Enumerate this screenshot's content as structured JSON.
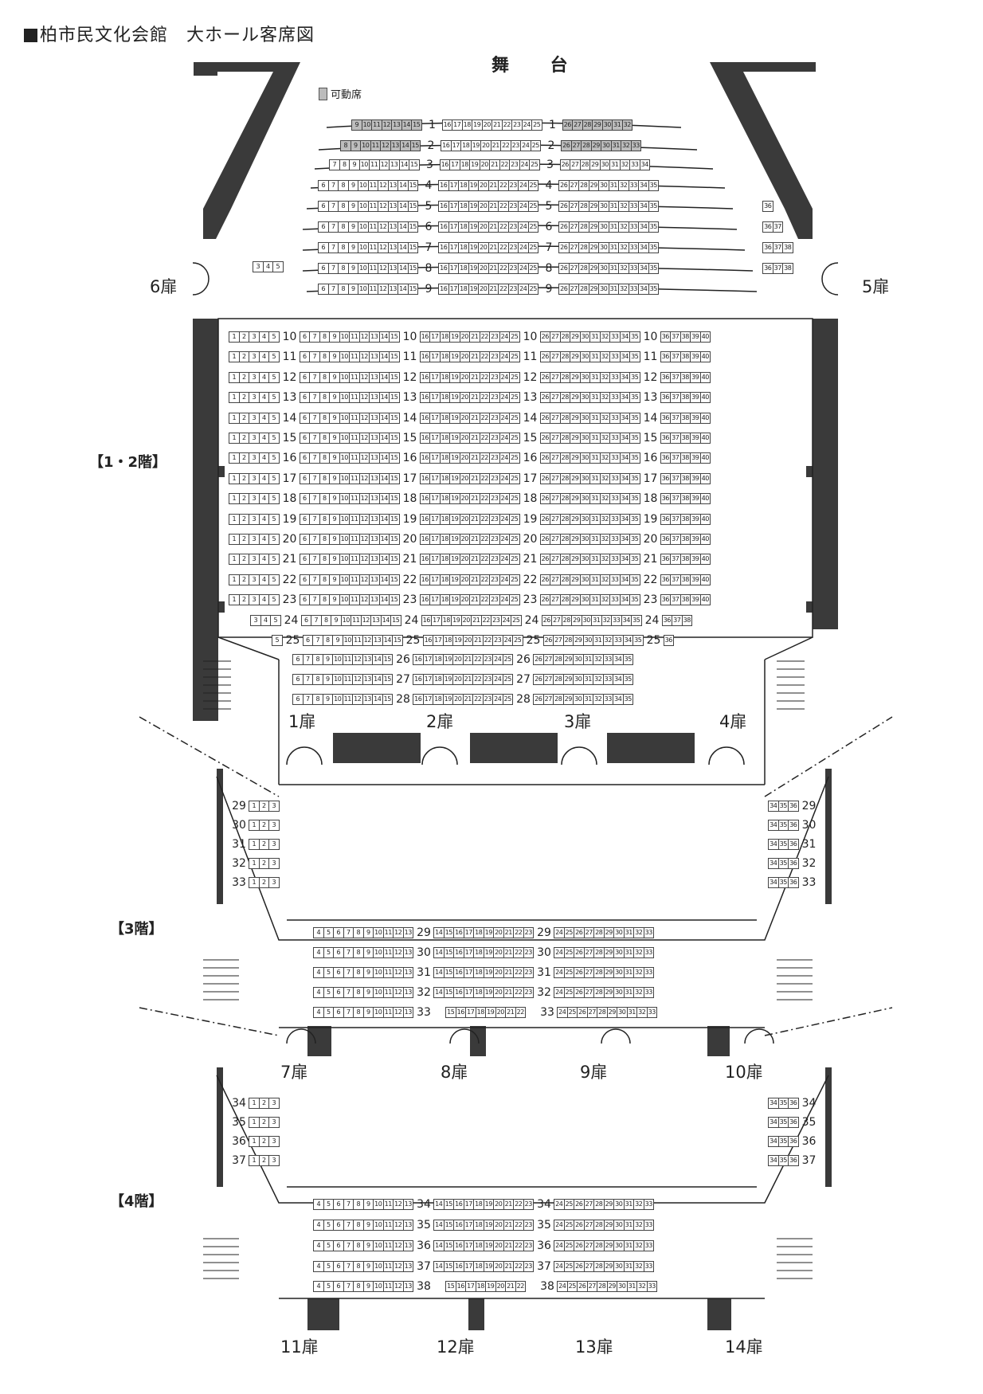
{
  "title": "柏市民文化会館　大ホール客席図",
  "stage": "舞 台",
  "legend": {
    "movable_label": "可動席"
  },
  "floors": {
    "floor12": "【1・2階】",
    "floor3": "【3階】",
    "floor4": "【4階】"
  },
  "doors": {
    "d1": "1扉",
    "d2": "2扉",
    "d3": "3扉",
    "d4": "4扉",
    "d5": "5扉",
    "d6": "6扉",
    "d7": "7扉",
    "d8": "8扉",
    "d9": "9扉",
    "d10": "10扉",
    "d11": "11扉",
    "d12": "12扉",
    "d13": "13扉",
    "d14": "14扉"
  },
  "colors": {
    "wall": "#3a3a3a",
    "movable_seat": "#bdbdbd",
    "line": "#222222"
  }
}
